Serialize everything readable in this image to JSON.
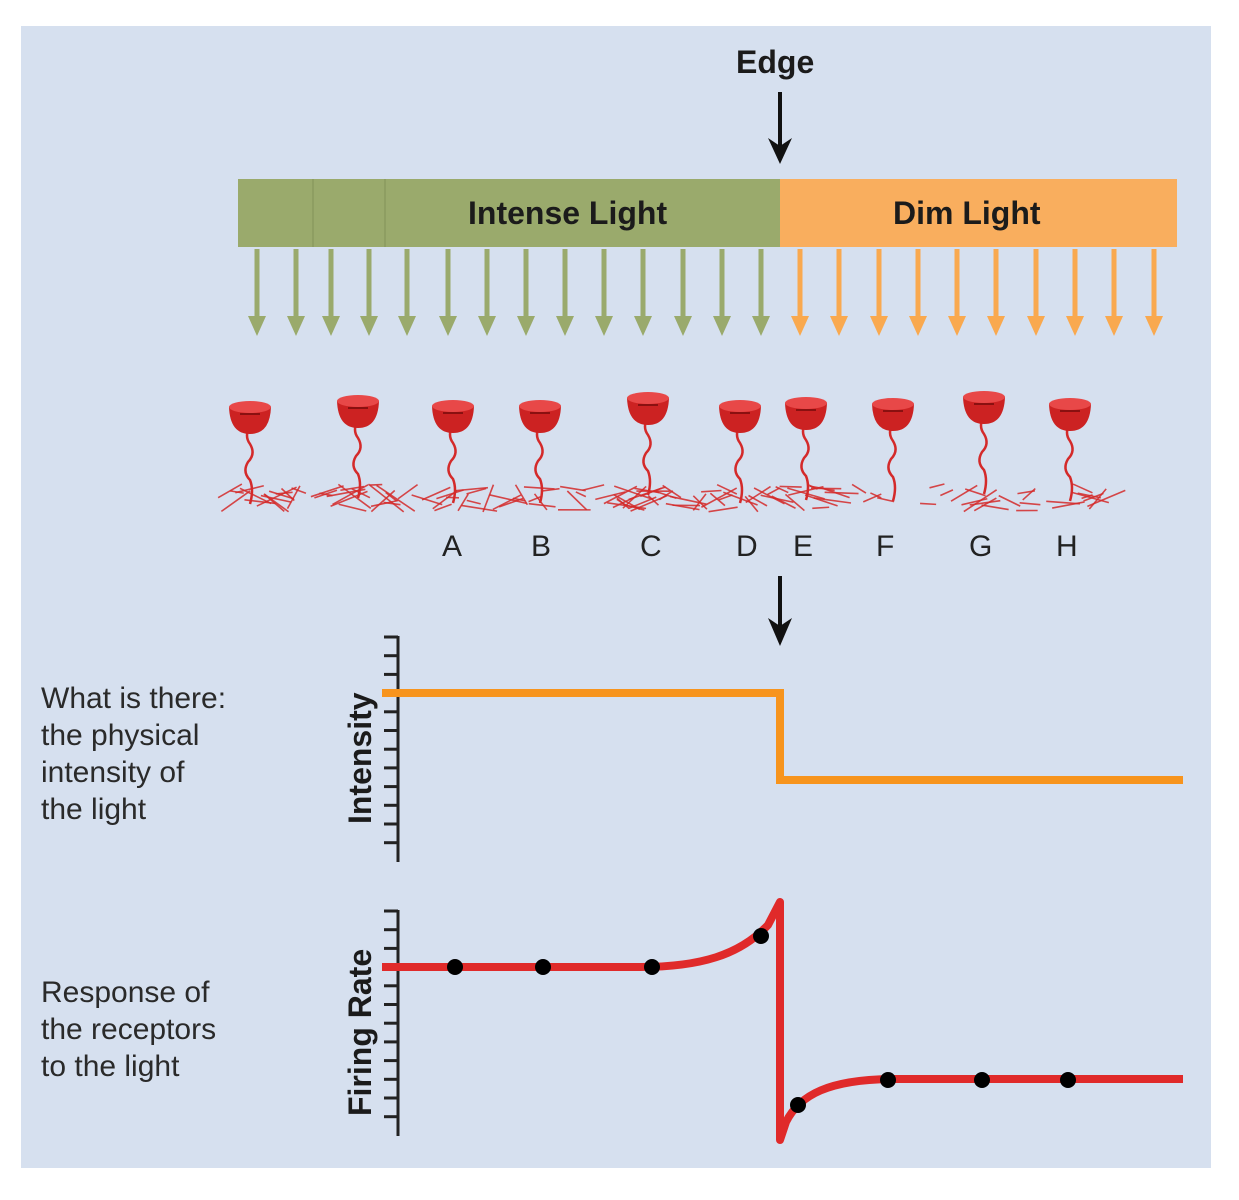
{
  "labels": {
    "edge": "Edge",
    "intense": "Intense Light",
    "dim": "Dim Light"
  },
  "receptors": [
    "A",
    "B",
    "C",
    "D",
    "E",
    "F",
    "G",
    "H"
  ],
  "side_text": {
    "top": [
      "What is there:",
      "the physical",
      "intensity of",
      "the light"
    ],
    "bottom": [
      "Response of",
      "the receptors",
      "to the light"
    ]
  },
  "axes": {
    "intensity": "Intensity",
    "firing": "Firing Rate"
  },
  "colors": {
    "panel": "#d6e0ef",
    "intense": "#9aaa6c",
    "dim": "#f9ae5e",
    "intensity_line": "#f7941d",
    "firing_line": "#e02a2a",
    "receptor": "#d42a2a",
    "dot": "#000000"
  }
}
